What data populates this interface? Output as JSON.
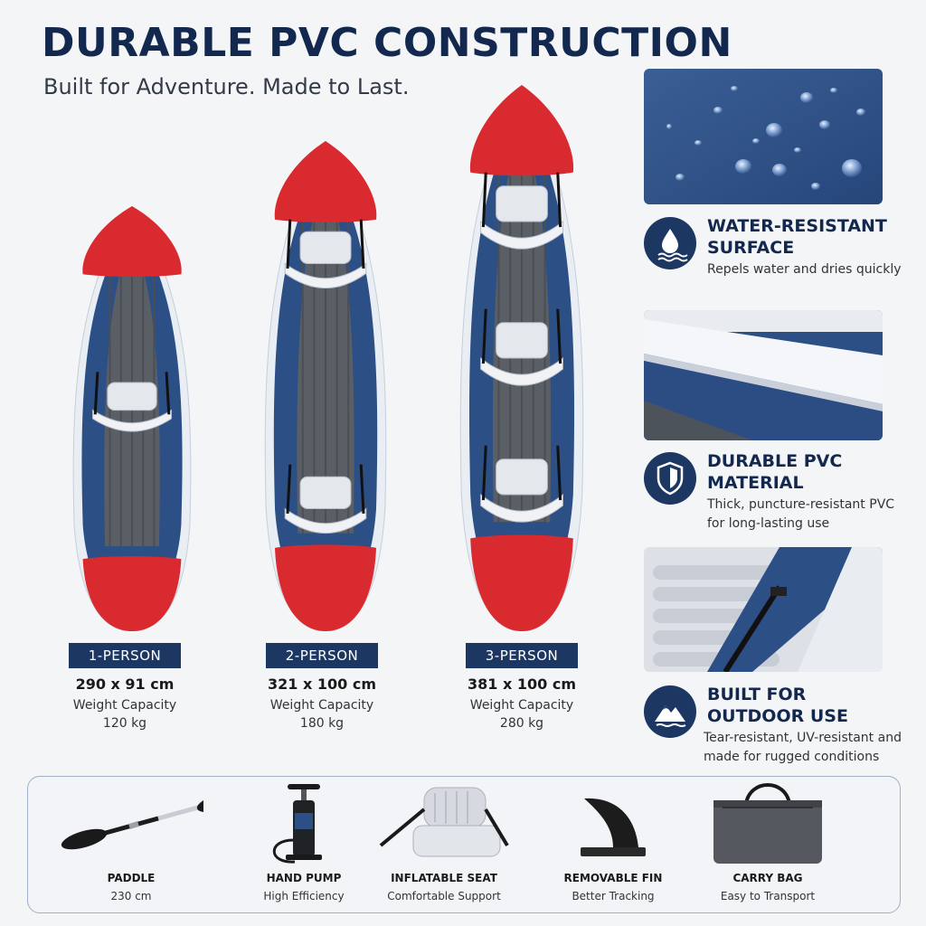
{
  "header": {
    "title": "DURABLE PVC CONSTRUCTION",
    "subtitle": "Built for Adventure. Made to Last."
  },
  "models": [
    {
      "badge": "1-PERSON",
      "dimensions": "290 x 91 cm",
      "capacity_label": "Weight Capacity",
      "capacity": "120 kg",
      "seats": 1
    },
    {
      "badge": "2-PERSON",
      "dimensions": "321 x 100 cm",
      "capacity_label": "Weight Capacity",
      "capacity": "180 kg",
      "seats": 2
    },
    {
      "badge": "3-PERSON",
      "dimensions": "381 x 100 cm",
      "capacity_label": "Weight Capacity",
      "capacity": "280 kg",
      "seats": 3
    }
  ],
  "features": [
    {
      "title": "WATER-RESISTANT SURFACE",
      "description": "Repels water and dries quickly",
      "icon": "water-drop-icon"
    },
    {
      "title": "DURABLE PVC MATERIAL",
      "description": "Thick, puncture-resistant PVC for long-lasting use",
      "icon": "shield-icon"
    },
    {
      "title": "BUILT FOR OUTDOOR USE",
      "description": "Tear-resistant, UV-resistant and made for rugged conditions",
      "icon": "mountain-icon"
    }
  ],
  "accessories": [
    {
      "name": "PADDLE",
      "detail": "230 cm",
      "icon": "paddle-icon"
    },
    {
      "name": "HAND PUMP",
      "detail": "High Efficiency",
      "icon": "hand-pump-icon"
    },
    {
      "name": "INFLATABLE SEAT",
      "detail": "Comfortable Support",
      "icon": "seat-icon"
    },
    {
      "name": "REMOVABLE FIN",
      "detail": "Better Tracking",
      "icon": "fin-icon"
    },
    {
      "name": "CARRY BAG",
      "detail": "Easy to Transport",
      "icon": "carry-bag-icon"
    }
  ],
  "colors": {
    "navy": "#1d3763",
    "kayak_red": "#d92a2f",
    "kayak_blue": "#2c4f86",
    "kayak_white": "#e9eef4",
    "hull_gray": "#5a5f66"
  }
}
